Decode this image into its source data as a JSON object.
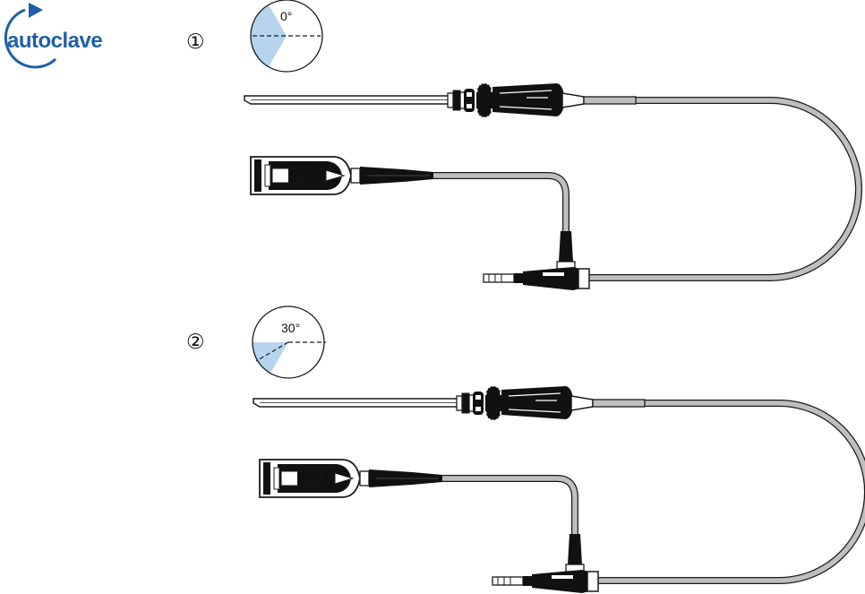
{
  "logo": {
    "text": "autoclave",
    "color": "#1f5fa8"
  },
  "variants": [
    {
      "number": "①",
      "angle_label": "0°",
      "view_angle_deg": 0
    },
    {
      "number": "②",
      "angle_label": "30°",
      "view_angle_deg": 30
    }
  ],
  "colors": {
    "field_of_view": "#b7d4ee",
    "cable_fill": "#bfbfbf",
    "outline": "#1a1a1a",
    "body_dark": "#111111"
  }
}
